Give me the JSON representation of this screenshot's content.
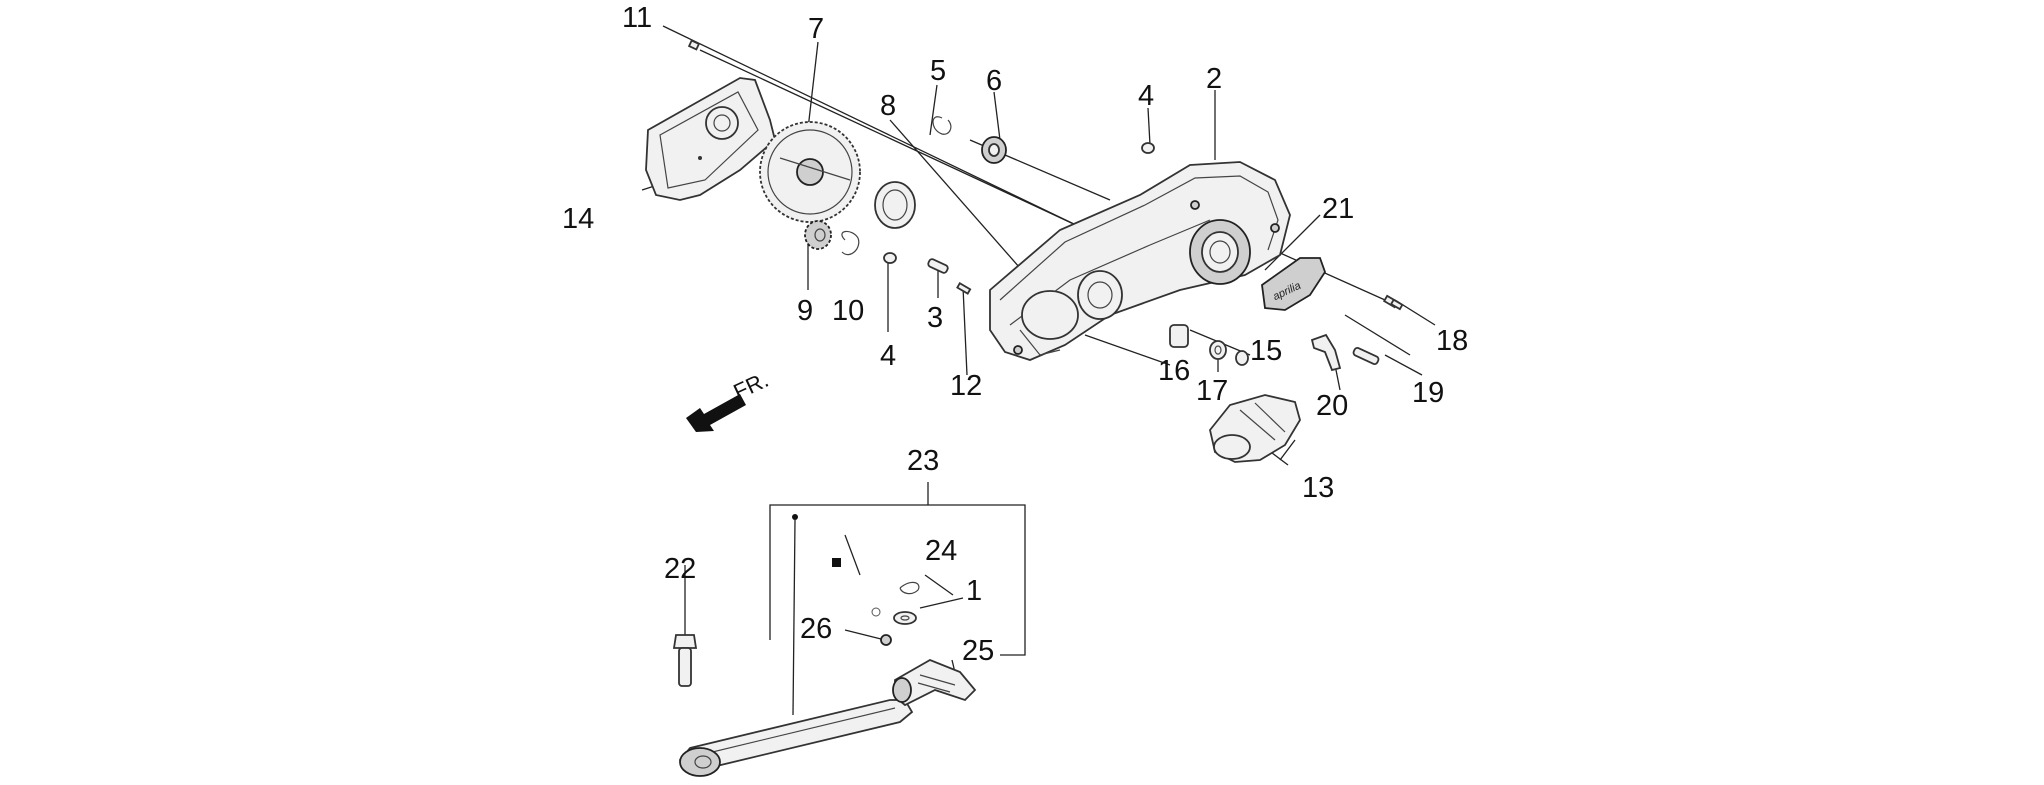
{
  "diagram": {
    "direction_label": "FR.",
    "callouts": {
      "c1": "1",
      "c2": "2",
      "c3": "3",
      "c4a": "4",
      "c4b": "4",
      "c5": "5",
      "c6": "6",
      "c7": "7",
      "c8": "8",
      "c9": "9",
      "c10": "10",
      "c11": "11",
      "c12": "12",
      "c13": "13",
      "c14": "14",
      "c15": "15",
      "c16": "16",
      "c17": "17",
      "c18": "18",
      "c19": "19",
      "c20": "20",
      "c21": "21",
      "c22": "22",
      "c23": "23",
      "c24": "24",
      "c25": "25",
      "c26": "26"
    },
    "logo_text": "aprilia",
    "colors": {
      "ink": "#111111",
      "part_fill": "#f1f1f1",
      "part_dark": "#cfcfcf",
      "background": "#ffffff"
    }
  }
}
